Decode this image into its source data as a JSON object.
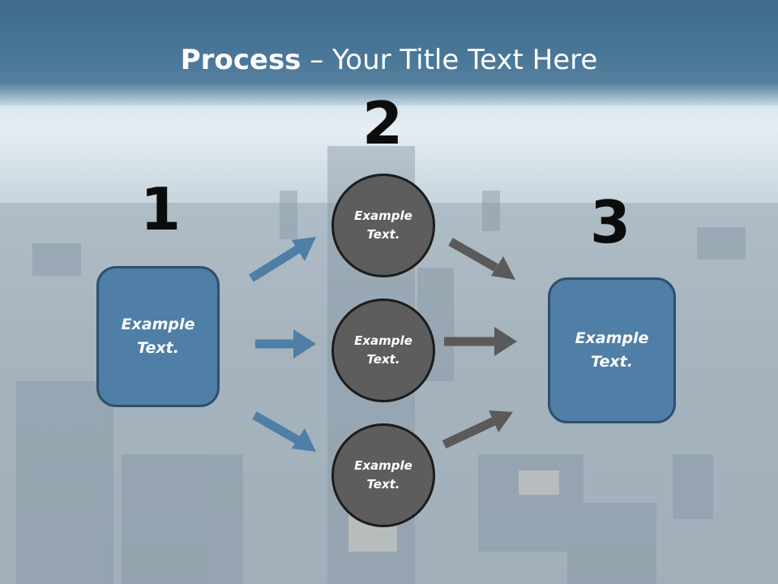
{
  "slide": {
    "title_bold": "Process",
    "title_rest": " – Your Title Text Here"
  },
  "steps": {
    "one": "1",
    "two": "2",
    "three": "3"
  },
  "boxes": {
    "left": "Example Text.",
    "right": "Example Text."
  },
  "circles": [
    {
      "label": "Example Text."
    },
    {
      "label": "Example Text."
    },
    {
      "label": "Example Text."
    }
  ],
  "colors": {
    "box_fill": "#4f7ea6",
    "circle_fill": "#5d5d5d",
    "blue_arrow": "#4f7ea6",
    "gray_arrow": "#5a5a5a",
    "title_bar": "#4a7798"
  }
}
